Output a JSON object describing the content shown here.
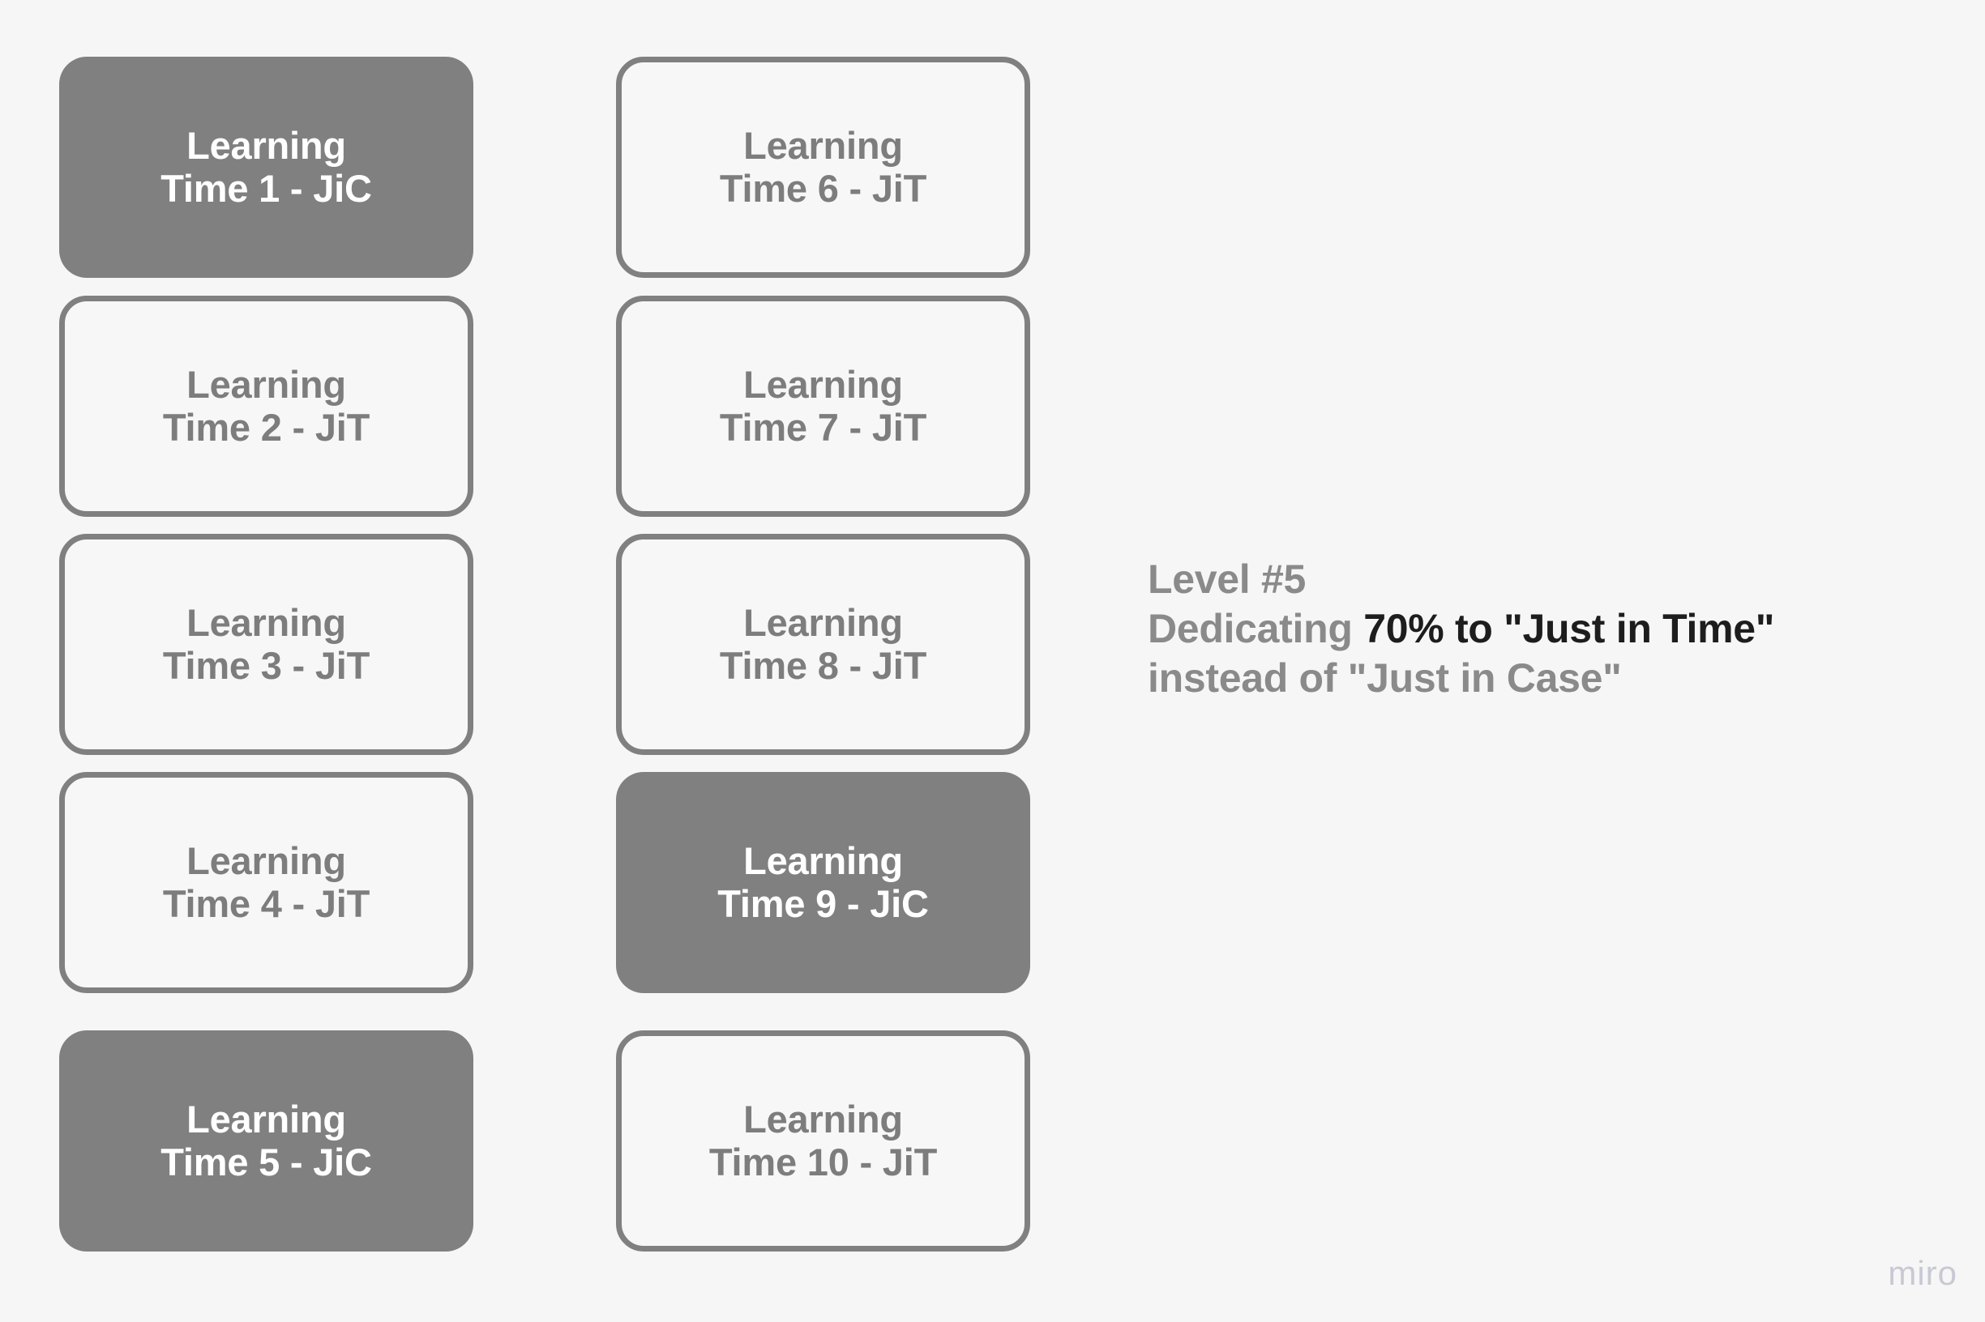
{
  "board": {
    "background_color": "#f6f6f6",
    "filled_card_color": "#808080",
    "outlined_card_border_color": "#808080",
    "outlined_card_text_color": "#7d7d7d",
    "filled_card_text_color": "#ffffff"
  },
  "columns": [
    {
      "name": "column-left",
      "cards": [
        {
          "line1": "Learning",
          "line2": "Time 1 - JiC",
          "style": "filled",
          "mode": "JiC"
        },
        {
          "line1": "Learning",
          "line2": "Time 2 - JiT",
          "style": "outlined",
          "mode": "JiT"
        },
        {
          "line1": "Learning",
          "line2": "Time 3 - JiT",
          "style": "outlined",
          "mode": "JiT"
        },
        {
          "line1": "Learning",
          "line2": "Time 4 - JiT",
          "style": "outlined",
          "mode": "JiT"
        },
        {
          "line1": "Learning",
          "line2": "Time 5 - JiC",
          "style": "filled",
          "mode": "JiC"
        }
      ]
    },
    {
      "name": "column-right",
      "cards": [
        {
          "line1": "Learning",
          "line2": "Time 6 - JiT",
          "style": "outlined",
          "mode": "JiT"
        },
        {
          "line1": "Learning",
          "line2": "Time 7 - JiT",
          "style": "outlined",
          "mode": "JiT"
        },
        {
          "line1": "Learning",
          "line2": "Time 8 - JiT",
          "style": "outlined",
          "mode": "JiT"
        },
        {
          "line1": "Learning",
          "line2": "Time 9 - JiC",
          "style": "filled",
          "mode": "JiC"
        },
        {
          "line1": "Learning",
          "line2": "Time 10 - JiT",
          "style": "outlined",
          "mode": "JiT"
        }
      ]
    }
  ],
  "annotation": {
    "line1": "Level #5",
    "line2_prefix": "Dedicating ",
    "line2_emphasis": "70% to \"Just in Time\"",
    "line3": "instead of \"Just in Case\"",
    "emphasis_color": "#1d1d1d",
    "base_color": "#8a8a8a"
  },
  "watermark": {
    "label": "miro",
    "color": "#c9c9d4"
  }
}
